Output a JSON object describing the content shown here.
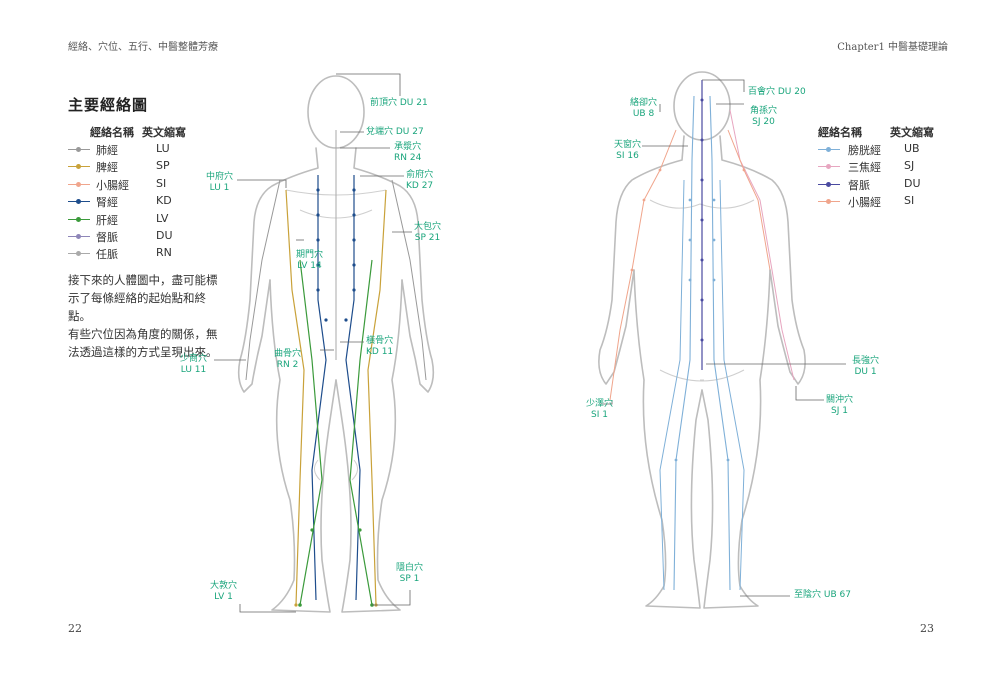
{
  "header": {
    "left": "經絡、穴位、五行、中醫整體芳療",
    "right": "Chapter1 中醫基礎理論"
  },
  "page_numbers": {
    "left": "22",
    "right": "23"
  },
  "section_title": "主要經絡圖",
  "legend_left": {
    "col_name": "經絡名稱",
    "col_abbr": "英文縮寫",
    "rows": [
      {
        "name": "肺經",
        "abbr": "LU",
        "color": "#999999"
      },
      {
        "name": "脾經",
        "abbr": "SP",
        "color": "#c9a23a"
      },
      {
        "name": "小腸經",
        "abbr": "SI",
        "color": "#f0a58c"
      },
      {
        "name": "腎經",
        "abbr": "KD",
        "color": "#1e4d8c"
      },
      {
        "name": "肝經",
        "abbr": "LV",
        "color": "#3b9a3b"
      },
      {
        "name": "督脈",
        "abbr": "DU",
        "color": "#8e86b8"
      },
      {
        "name": "任脈",
        "abbr": "RN",
        "color": "#aaaaaa"
      }
    ]
  },
  "legend_right": {
    "col_name": "經絡名稱",
    "col_abbr": "英文縮寫",
    "rows": [
      {
        "name": "膀胱經",
        "abbr": "UB",
        "color": "#7fb0d8"
      },
      {
        "name": "三焦經",
        "abbr": "SJ",
        "color": "#e7a6c0"
      },
      {
        "name": "督脈",
        "abbr": "DU",
        "color": "#4a4aa0"
      },
      {
        "name": "小腸經",
        "abbr": "SI",
        "color": "#f0a58c"
      }
    ]
  },
  "description": [
    "接下來的人體圖中，盡可能標",
    "示了每條經絡的起始點和終點。",
    "有些穴位因為角度的關係，無",
    "法透過這樣的方式呈現出來。"
  ],
  "front_points": {
    "qianding": {
      "name": "前頂穴 DU 21"
    },
    "duiduan": {
      "name": "兌端穴 DU 27"
    },
    "chengjiang": {
      "name": "承漿穴",
      "code": "RN 24"
    },
    "zhongfu": {
      "name": "中府穴",
      "code": "LU 1"
    },
    "shufu": {
      "name": "俞府穴",
      "code": "KD 27"
    },
    "dabao": {
      "name": "大包穴",
      "code": "SP 21"
    },
    "qimen": {
      "name": "期門穴",
      "code": "LV 14"
    },
    "shaoshang": {
      "name": "少商穴",
      "code": "LU 11"
    },
    "qugu": {
      "name": "曲骨穴",
      "code": "RN 2"
    },
    "henggu": {
      "name": "橫骨穴",
      "code": "KD 11"
    },
    "yinbai": {
      "name": "隱白穴",
      "code": "SP 1"
    },
    "dadun": {
      "name": "大敦穴",
      "code": "LV 1"
    }
  },
  "back_points": {
    "baihui": {
      "name": "百會穴 DU 20"
    },
    "luoque": {
      "name": "絡卻穴",
      "code": "UB 8"
    },
    "jiaosun": {
      "name": "角孫穴",
      "code": "SJ 20"
    },
    "tianchuang": {
      "name": "天窗穴",
      "code": "SI 16"
    },
    "changqiang": {
      "name": "長強穴",
      "code": "DU 1"
    },
    "shaoze": {
      "name": "少澤穴",
      "code": "SI 1"
    },
    "guanchong": {
      "name": "關沖穴",
      "code": "SJ 1"
    },
    "zhiyin": {
      "name": "至陰穴 UB 67"
    }
  }
}
